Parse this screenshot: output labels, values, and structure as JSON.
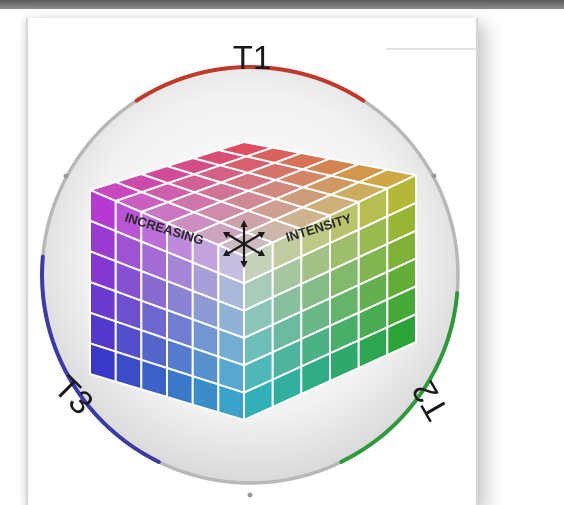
{
  "labels": {
    "top": "T1",
    "right": "T2",
    "left": "T3"
  },
  "cube_text": {
    "left": "INCREASING",
    "right": "INTENSITY"
  },
  "colors": {
    "arc_top": "#c0392b",
    "arc_right": "#2e9b3a",
    "arc_left": "#3a3aa8",
    "arc_neutral": "#b8b8b8",
    "grid_lines": "#ffffff"
  },
  "grid": {
    "divisions": 6
  },
  "icons": [
    "six-arrow-star-icon"
  ]
}
